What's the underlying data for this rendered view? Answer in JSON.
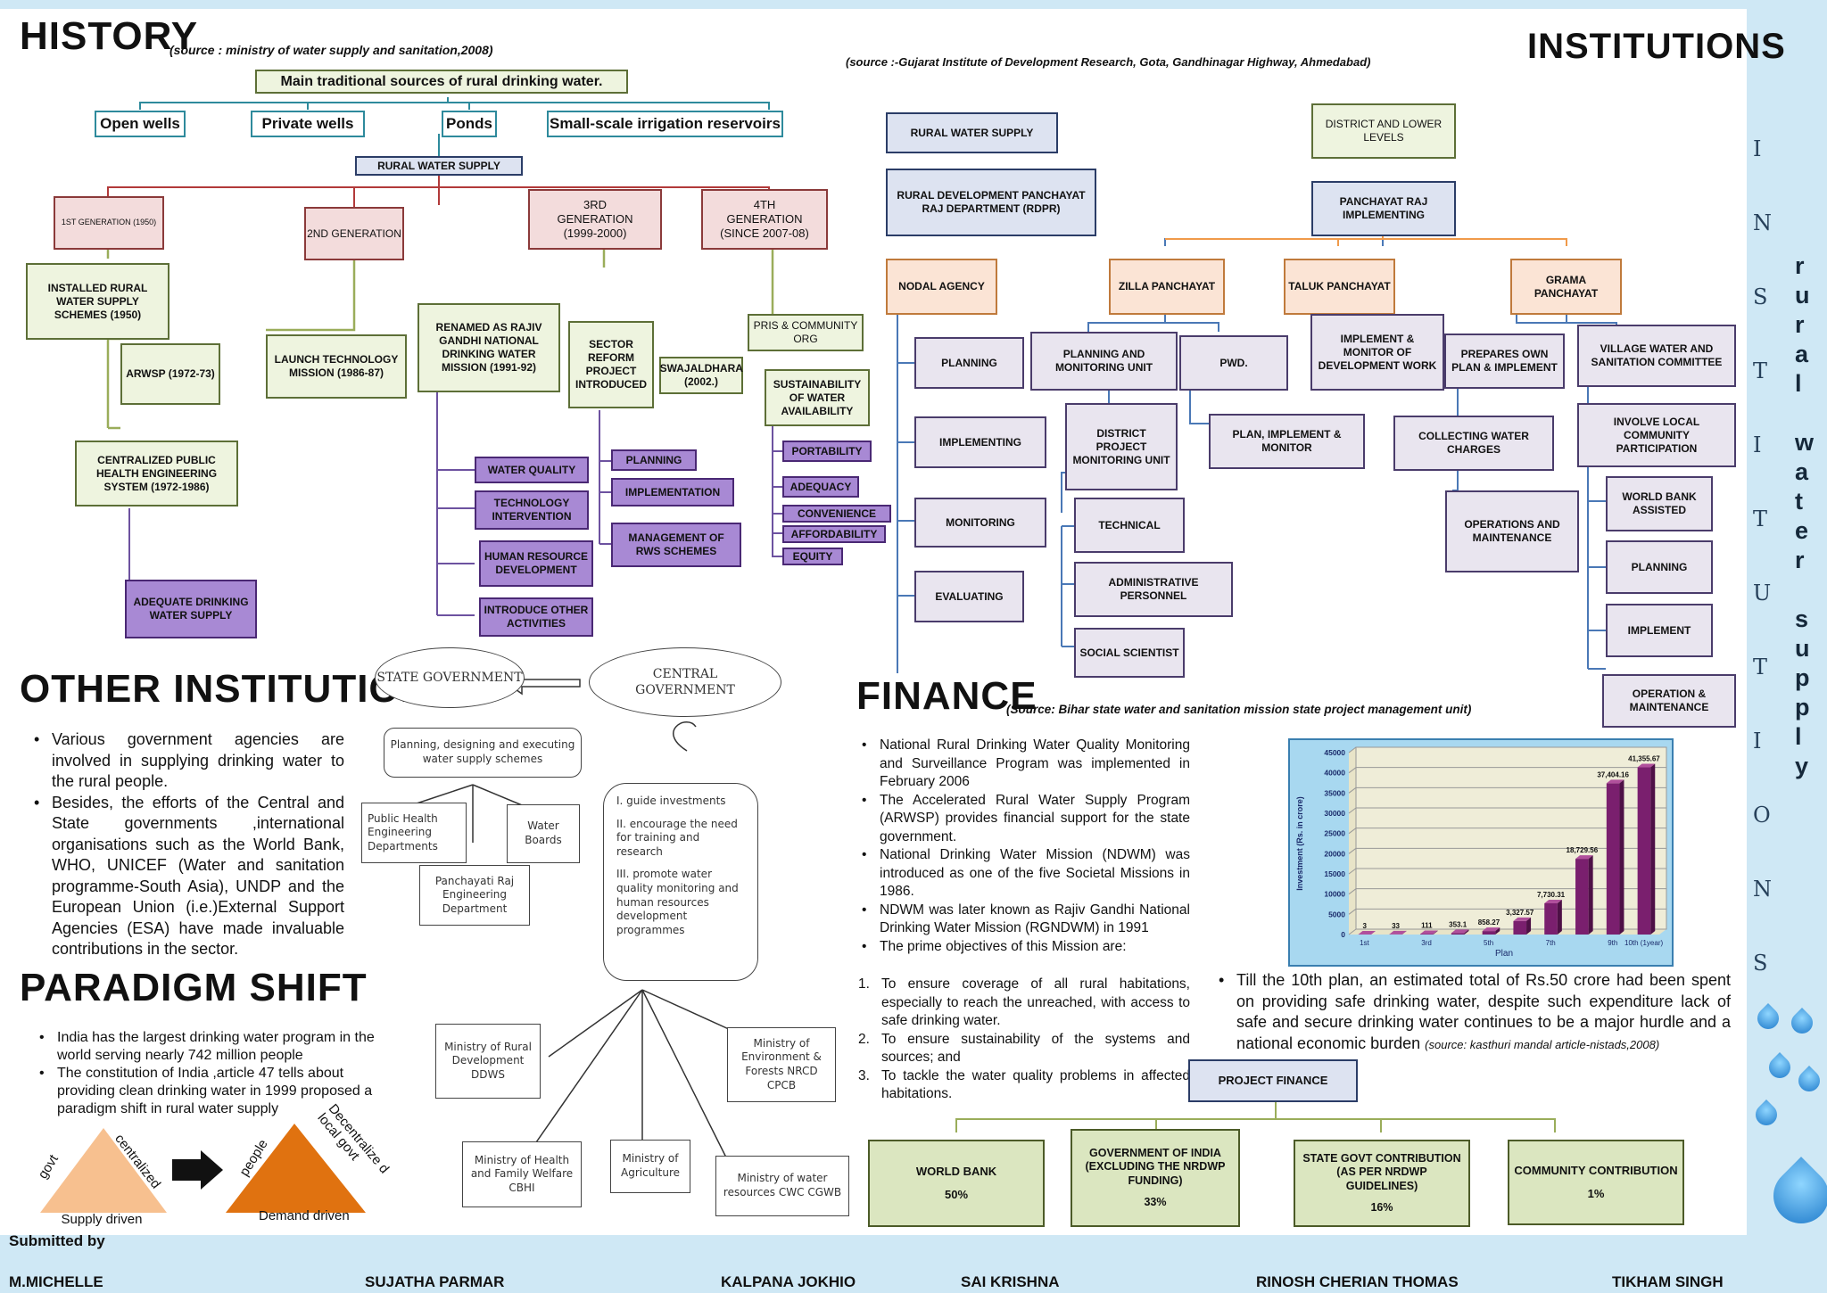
{
  "history": {
    "title": "HISTORY",
    "source": "(source : ministry of water supply and sanitation,2008)",
    "main": "Main traditional sources of rural drinking water.",
    "sources": [
      "Open wells",
      "Private wells",
      "Ponds",
      "Small-scale irrigation reservoirs"
    ],
    "rws": "RURAL WATER SUPPLY",
    "gen1": "1ST GENERATION (1950)",
    "gen2": "2ND GENERATION",
    "gen3": "3RD GENERATION (1999-2000)",
    "gen4": "4TH GENERATION (SINCE 2007-08)",
    "installed": "INSTALLED RURAL WATER SUPPLY SCHEMES (1950)",
    "arwsp": "ARWSP (1972-73)",
    "centralized": "CENTRALIZED PUBLIC HEALTH ENGINEERING SYSTEM (1972-1986)",
    "adequate": "ADEQUATE DRINKING WATER SUPPLY",
    "launch": "LAUNCH TECHNOLOGY MISSION (1986-87)",
    "renamed": "RENAMED AS RAJIV GANDHI NATIONAL DRINKING WATER MISSION (1991-92)",
    "mission_items": [
      "WATER QUALITY",
      "TECHNOLOGY INTERVENTION",
      "HUMAN RESOURCE DEVELOPMENT",
      "INTRODUCE OTHER ACTIVITIES"
    ],
    "sector": "SECTOR REFORM PROJECT INTRODUCED",
    "swajal": "SWAJALDHARA (2002.)",
    "sector_items": [
      "PLANNING",
      "IMPLEMENTATION",
      "MANAGEMENT OF RWS SCHEMES"
    ],
    "pris": "PRIS & COMMUNITY ORG",
    "sustain": "SUSTAINABILITY OF WATER AVAILABILITY",
    "sustain_items": [
      "PORTABILITY",
      "ADEQUACY",
      "CONVENIENCE",
      "AFFORDABILITY",
      "EQUITY"
    ]
  },
  "institutions": {
    "title": "INSTITUTIONS",
    "source": "(source :-Gujarat Institute of Development Research, Gota, Gandhinagar Highway, Ahmedabad)",
    "rws": "RURAL WATER SUPPLY",
    "rdpr": "RURAL DEVELOPMENT PANCHAYAT RAJ DEPARTMENT (RDPR)",
    "district": "DISTRICT AND LOWER LEVELS",
    "pri": "PANCHAYAT RAJ IMPLEMENTING",
    "nodal": "NODAL AGENCY",
    "zilla": "ZILLA PANCHAYAT",
    "taluk": "TALUK PANCHAYAT",
    "grama": "GRAMA PANCHAYAT",
    "nodal_items": [
      "PLANNING",
      "IMPLEMENTING",
      "MONITORING",
      "EVALUATING"
    ],
    "pmu": "PLANNING AND MONITORING UNIT",
    "pwd": "PWD.",
    "dpmu": "DISTRICT PROJECT MONITORING UNIT",
    "plan_impl": "PLAN, IMPLEMENT & MONITOR",
    "dpmu_items": [
      "TECHNICAL",
      "ADMINISTRATIVE PERSONNEL",
      "SOCIAL SCIENTIST"
    ],
    "imp_monitor": "IMPLEMENT & MONITOR OF DEVELOPMENT WORK",
    "prepares": "PREPARES OWN PLAN & IMPLEMENT",
    "collecting": "COLLECTING WATER CHARGES",
    "om": "OPERATIONS AND MAINTENANCE",
    "village": "VILLAGE WATER AND SANITATION COMMITTEE",
    "involve": "INVOLVE LOCAL COMMUNITY PARTICIPATION",
    "village_items": [
      "WORLD BANK ASSISTED",
      "PLANNING",
      "IMPLEMENT",
      "OPERATION & MAINTENANCE"
    ]
  },
  "other": {
    "title": "OTHER INSTITUTIONS",
    "bullet1": "Various government agencies are involved in supplying drinking water to the rural people.",
    "bullet2": "Besides, the efforts of the Central and State governments ,international organisations such as the World Bank, WHO, UNICEF (Water and sanitation programme-South Asia), UNDP and the European Union (i.e.)External Support Agencies (ESA) have made invaluable contributions in the sector.",
    "state": "STATE GOVERNMENT",
    "central": "CENTRAL GOVERNMENT",
    "planning": "Planning, designing and executing water supply schemes",
    "phed": "Public Health Engineering Departments",
    "boards": "Water Boards",
    "pred": "Panchayati Raj Engineering Department",
    "roles": [
      "I. guide investments",
      "II. encourage the need for training and research",
      "III. promote water quality monitoring and human resources development programmes"
    ],
    "rd": "Ministry of Rural Development DDWS",
    "env": "Ministry of Environment & Forests NRCD CPCB",
    "health": "Ministry of Health and Family Welfare CBHI",
    "agri": "Ministry of Agriculture",
    "wr": "Ministry of water resources CWC CGWB"
  },
  "paradigm": {
    "title": "PARADIGM SHIFT",
    "bullet1": "India has the largest drinking water program in the world serving nearly 742 million people",
    "bullet2": "The constitution of India ,article 47 tells about providing clean drinking water in 1999 proposed a paradigm shift in rural water supply",
    "govt": "govt",
    "centralized": "centralized",
    "supply": "Supply driven",
    "people": "people",
    "decentralize": "Decentralize d local govt",
    "demand": "Demand driven"
  },
  "finance": {
    "title": "FINANCE",
    "source": "(Source: Bihar state water and sanitation mission state project management unit)",
    "b1": "National Rural Drinking Water Quality Monitoring and Surveillance Program was implemented in February 2006",
    "b2": "The Accelerated Rural Water Supply Program (ARWSP) provides financial support for the state government.",
    "b3": "National Drinking Water Mission (NDWM) was introduced as one of the five Societal Missions in 1986.",
    "b4": "NDWM was later known as Rajiv Gandhi National Drinking Water Mission (RGNDWM) in 1991",
    "b5": "The prime objectives of this Mission are:",
    "o1": "To ensure coverage of all rural habitations, especially to reach the unreached, with access to safe drinking water.",
    "o2": "To ensure sustainability of the systems and sources; and",
    "o3": "To tackle the water quality problems in affected habitations.",
    "tenth": "Till the 10th plan, an estimated total of Rs.50 crore had been spent on providing safe drinking water, despite such expenditure lack of safe and secure drinking water continues to be a major hurdle and a national economic burden",
    "tenth_src": "(source: kasthuri mandal article-nistads,2008)",
    "project": "PROJECT FINANCE",
    "wb": "WORLD BANK",
    "wb_p": "50%",
    "goi": "GOVERNMENT OF INDIA (EXCLUDING THE NRDWP FUNDING)",
    "goi_p": "33%",
    "state": "STATE GOVT CONTRIBUTION (AS PER NRDWP GUIDELINES)",
    "state_p": "16%",
    "comm": "COMMUNITY CONTRIBUTION",
    "comm_p": "1%"
  },
  "chart_data": {
    "type": "bar",
    "title": "",
    "xlabel": "Plan",
    "ylabel": "Investment (Rs. in crore)",
    "categories": [
      "1st",
      "2nd",
      "3rd",
      "4th",
      "5th",
      "6th",
      "7th",
      "8th",
      "9th",
      "10th (1year)"
    ],
    "values": [
      3,
      33,
      111,
      353.1,
      858.27,
      3327.57,
      7730.31,
      18729.56,
      37404.16,
      41355.67
    ],
    "labels": [
      "3",
      "33",
      "111",
      "353.1",
      "858.27",
      "3,327.57",
      "7,730.31",
      "18,729.56",
      "37,404.16",
      "41,355.67"
    ],
    "xticks": [
      "1st",
      "3rd",
      "5th",
      "7th",
      "9th",
      "10th (1year)"
    ],
    "ylim": [
      0,
      45000
    ],
    "yticks": [
      "0",
      "5000",
      "10000",
      "15000",
      "20000",
      "25000",
      "30000",
      "35000",
      "40000",
      "45000"
    ],
    "grid": true,
    "colors": {
      "bar": "#7a1f6e",
      "panel": "#a8d8f0"
    }
  },
  "side": {
    "left_letters": [
      "I",
      "N",
      "S",
      "T",
      "I",
      "T",
      "U",
      "T",
      "I",
      "O",
      "N",
      "S"
    ],
    "right_letters": [
      "r",
      "u",
      "r",
      "a",
      "l",
      "",
      "w",
      "a",
      "t",
      "e",
      "r",
      "",
      "s",
      "u",
      "p",
      "p",
      "l",
      "y"
    ]
  },
  "footer": {
    "submitted": "Submitted by",
    "names": [
      "M.MICHELLE",
      "SUJATHA PARMAR",
      "KALPANA JOKHIO",
      "SAI KRISHNA",
      "RINOSH CHERIAN THOMAS",
      "TIKHAM SINGH"
    ]
  }
}
